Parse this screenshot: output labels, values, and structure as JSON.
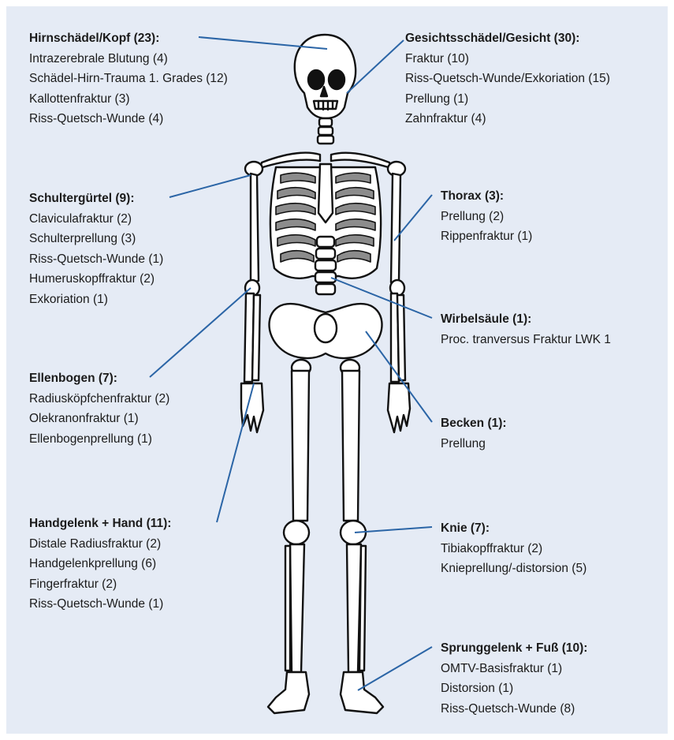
{
  "colors": {
    "background": "#e5ebf5",
    "leader_line": "#2b65a6",
    "bone_fill": "#ffffff",
    "bone_outline": "#111111",
    "rib_shadow": "#8c8c8c",
    "text": "#1b1b1b"
  },
  "groups": {
    "head": {
      "title": "Hirnschädel/Kopf (23):",
      "items": [
        "Intrazerebrale Blutung (4)",
        "Schädel-Hirn-Trauma 1. Grades (12)",
        "Kallottenfraktur (3)",
        "Riss-Quetsch-Wunde (4)"
      ]
    },
    "face": {
      "title": "Gesichtsschädel/Gesicht (30):",
      "items": [
        "Fraktur (10)",
        "Riss-Quetsch-Wunde/Exkoriation (15)",
        "Prellung (1)",
        "Zahnfraktur (4)"
      ]
    },
    "shoulder": {
      "title": "Schultergürtel (9):",
      "items": [
        "Claviculafraktur (2)",
        "Schulterprellung (3)",
        "Riss-Quetsch-Wunde (1)",
        "Humeruskopffraktur (2)",
        "Exkoriation (1)"
      ]
    },
    "thorax": {
      "title": "Thorax (3):",
      "items": [
        "Prellung (2)",
        "Rippenfraktur (1)"
      ]
    },
    "spine": {
      "title": "Wirbelsäule (1):",
      "items": [
        "Proc. tranversus Fraktur LWK 1"
      ]
    },
    "elbow": {
      "title": "Ellenbogen (7):",
      "items": [
        "Radiusköpfchenfraktur (2)",
        "Olekranonfraktur (1)",
        "Ellenbogenprellung (1)"
      ]
    },
    "pelvis": {
      "title": "Becken (1):",
      "items": [
        "Prellung"
      ]
    },
    "hand": {
      "title": "Handgelenk + Hand (11):",
      "items": [
        "Distale Radiusfraktur (2)",
        "Handgelenkprellung (6)",
        "Fingerfraktur (2)",
        "Riss-Quetsch-Wunde (1)"
      ]
    },
    "knee": {
      "title": "Knie (7):",
      "items": [
        "Tibiakopffraktur (2)",
        "Knieprellung/-distorsion (5)"
      ]
    },
    "foot": {
      "title": "Sprunggelenk + Fuß (10):",
      "items": [
        "OMTV-Basisfraktur (1)",
        "Distorsion (1)",
        "Riss-Quetsch-Wunde (8)"
      ]
    }
  }
}
